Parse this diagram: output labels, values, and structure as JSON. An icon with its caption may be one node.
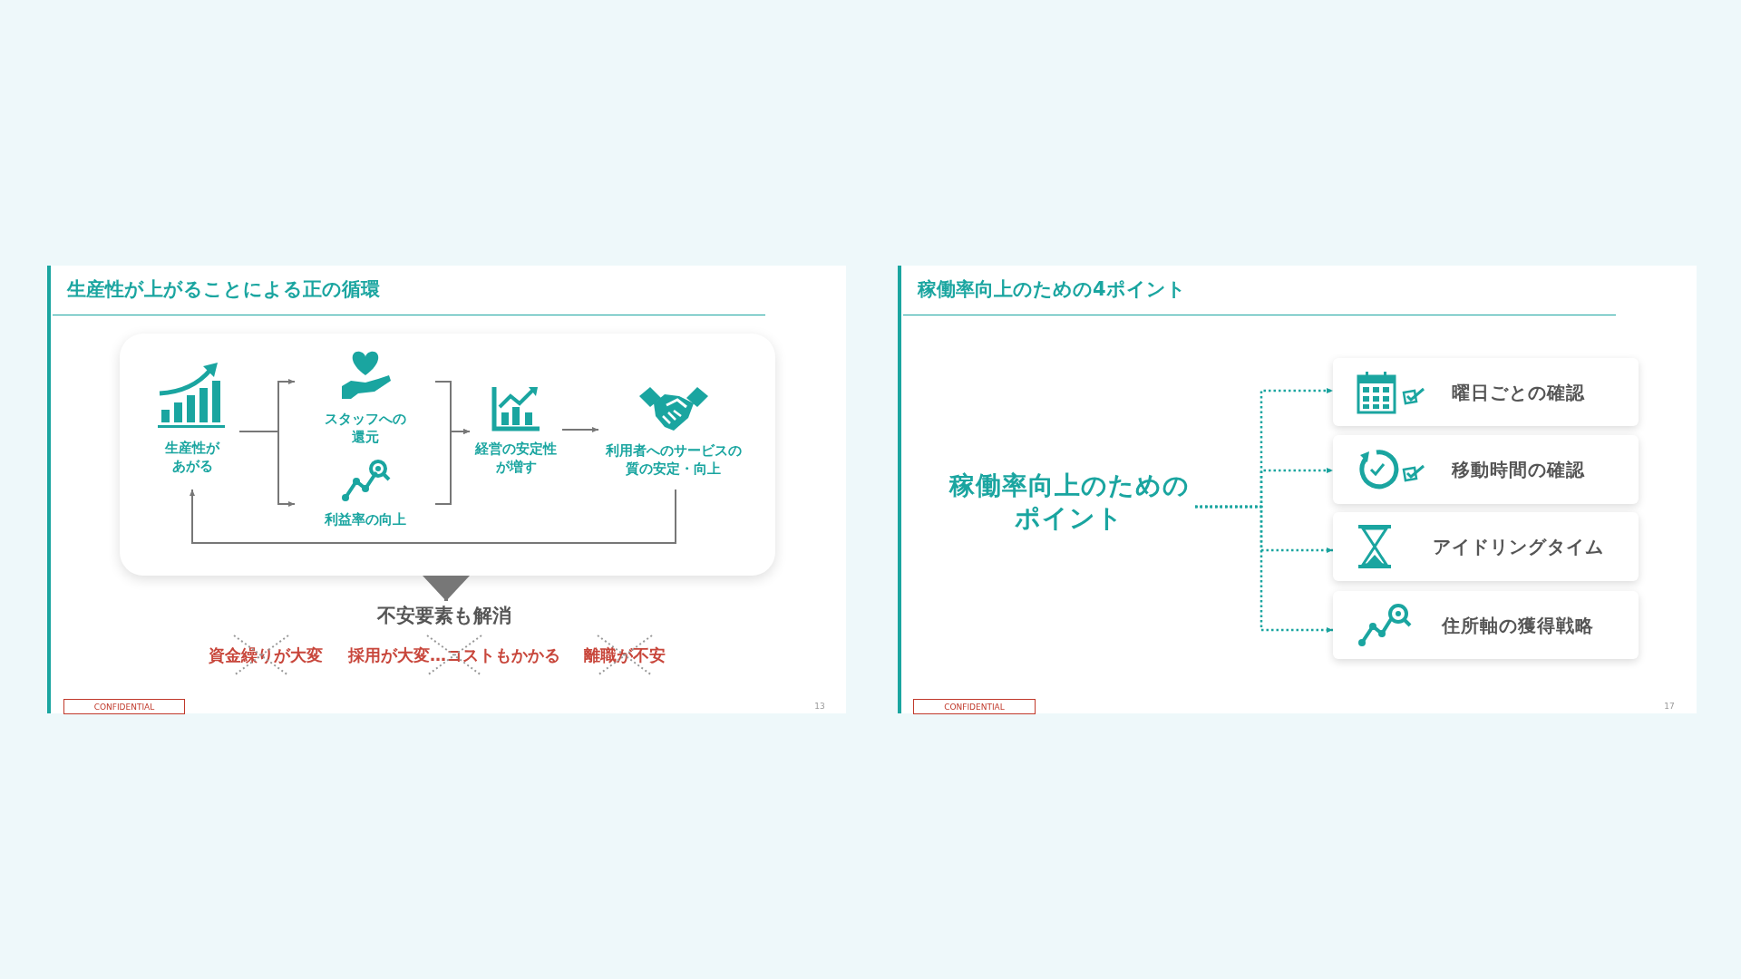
{
  "diagram": {
    "nodes": [
      {
        "text": [
          "生産性が上がることによる正の循環"
        ]
      },
      {
        "text": [],
        "shape": "box",
        "in": 0
      },
      {
        "text": [
          "生産性があがる"
        ],
        "in": 1
      },
      {
        "text": [
          "スタッフへの還元"
        ],
        "in": 1
      },
      {
        "text": [
          "利益率の向上"
        ],
        "in": 1
      },
      {
        "text": [
          "経営の安定性が増す"
        ],
        "in": 1
      },
      {
        "text": [
          "利用者へのサービスの質の安定・向上"
        ],
        "in": 1
      },
      {
        "text": [
          "不安要素も解消"
        ],
        "in": 0
      },
      {
        "text": [
          "CONFIDENTIAL"
        ],
        "in": 0
      },
      {
        "text": [
          "稼働率向上のための4ポイント"
        ]
      },
      {
        "text": [
          "稼働率向上のためのポイント"
        ],
        "in": 9
      },
      {
        "text": [
          "曜日ごとの確認"
        ],
        "in": 9
      },
      {
        "text": [
          "移動時間の確認"
        ],
        "in": 9
      },
      {
        "text": [
          "アイドリングタイム"
        ],
        "in": 9
      },
      {
        "text": [
          "住所軸の獲得戦略"
        ],
        "in": 9
      },
      {
        "text": [
          "CONFIDENTIAL"
        ],
        "in": 9
      }
    ],
    "edges": [
      {
        "from": 2,
        "to": 3,
        "arrow": "to"
      },
      {
        "from": 2,
        "to": 4,
        "arrow": "to"
      },
      {
        "from": 3,
        "to": 5,
        "arrow": "to"
      },
      {
        "from": 4,
        "to": 5,
        "arrow": "to"
      },
      {
        "from": 5,
        "to": 6,
        "arrow": "to"
      },
      {
        "from": 6,
        "to": 2,
        "arrow": "to"
      },
      {
        "from": 1,
        "to": 7,
        "arrow": "to"
      },
      {
        "from": 10,
        "to": 11,
        "arrow": "to",
        "style": "dashed",
        "color": "#1aa5a0"
      },
      {
        "from": 10,
        "to": 12,
        "arrow": "to",
        "style": "dashed",
        "color": "#1aa5a0"
      },
      {
        "from": 10,
        "to": 13,
        "arrow": "to",
        "style": "dashed",
        "color": "#1aa5a0"
      },
      {
        "from": 10,
        "to": 14,
        "arrow": "to",
        "style": "dashed",
        "color": "#1aa5a0"
      }
    ],
    "labels": [
      "資金繰りが大変",
      "採用が大変…コストもかかる",
      "離職が不安",
      "13",
      "17"
    ]
  }
}
